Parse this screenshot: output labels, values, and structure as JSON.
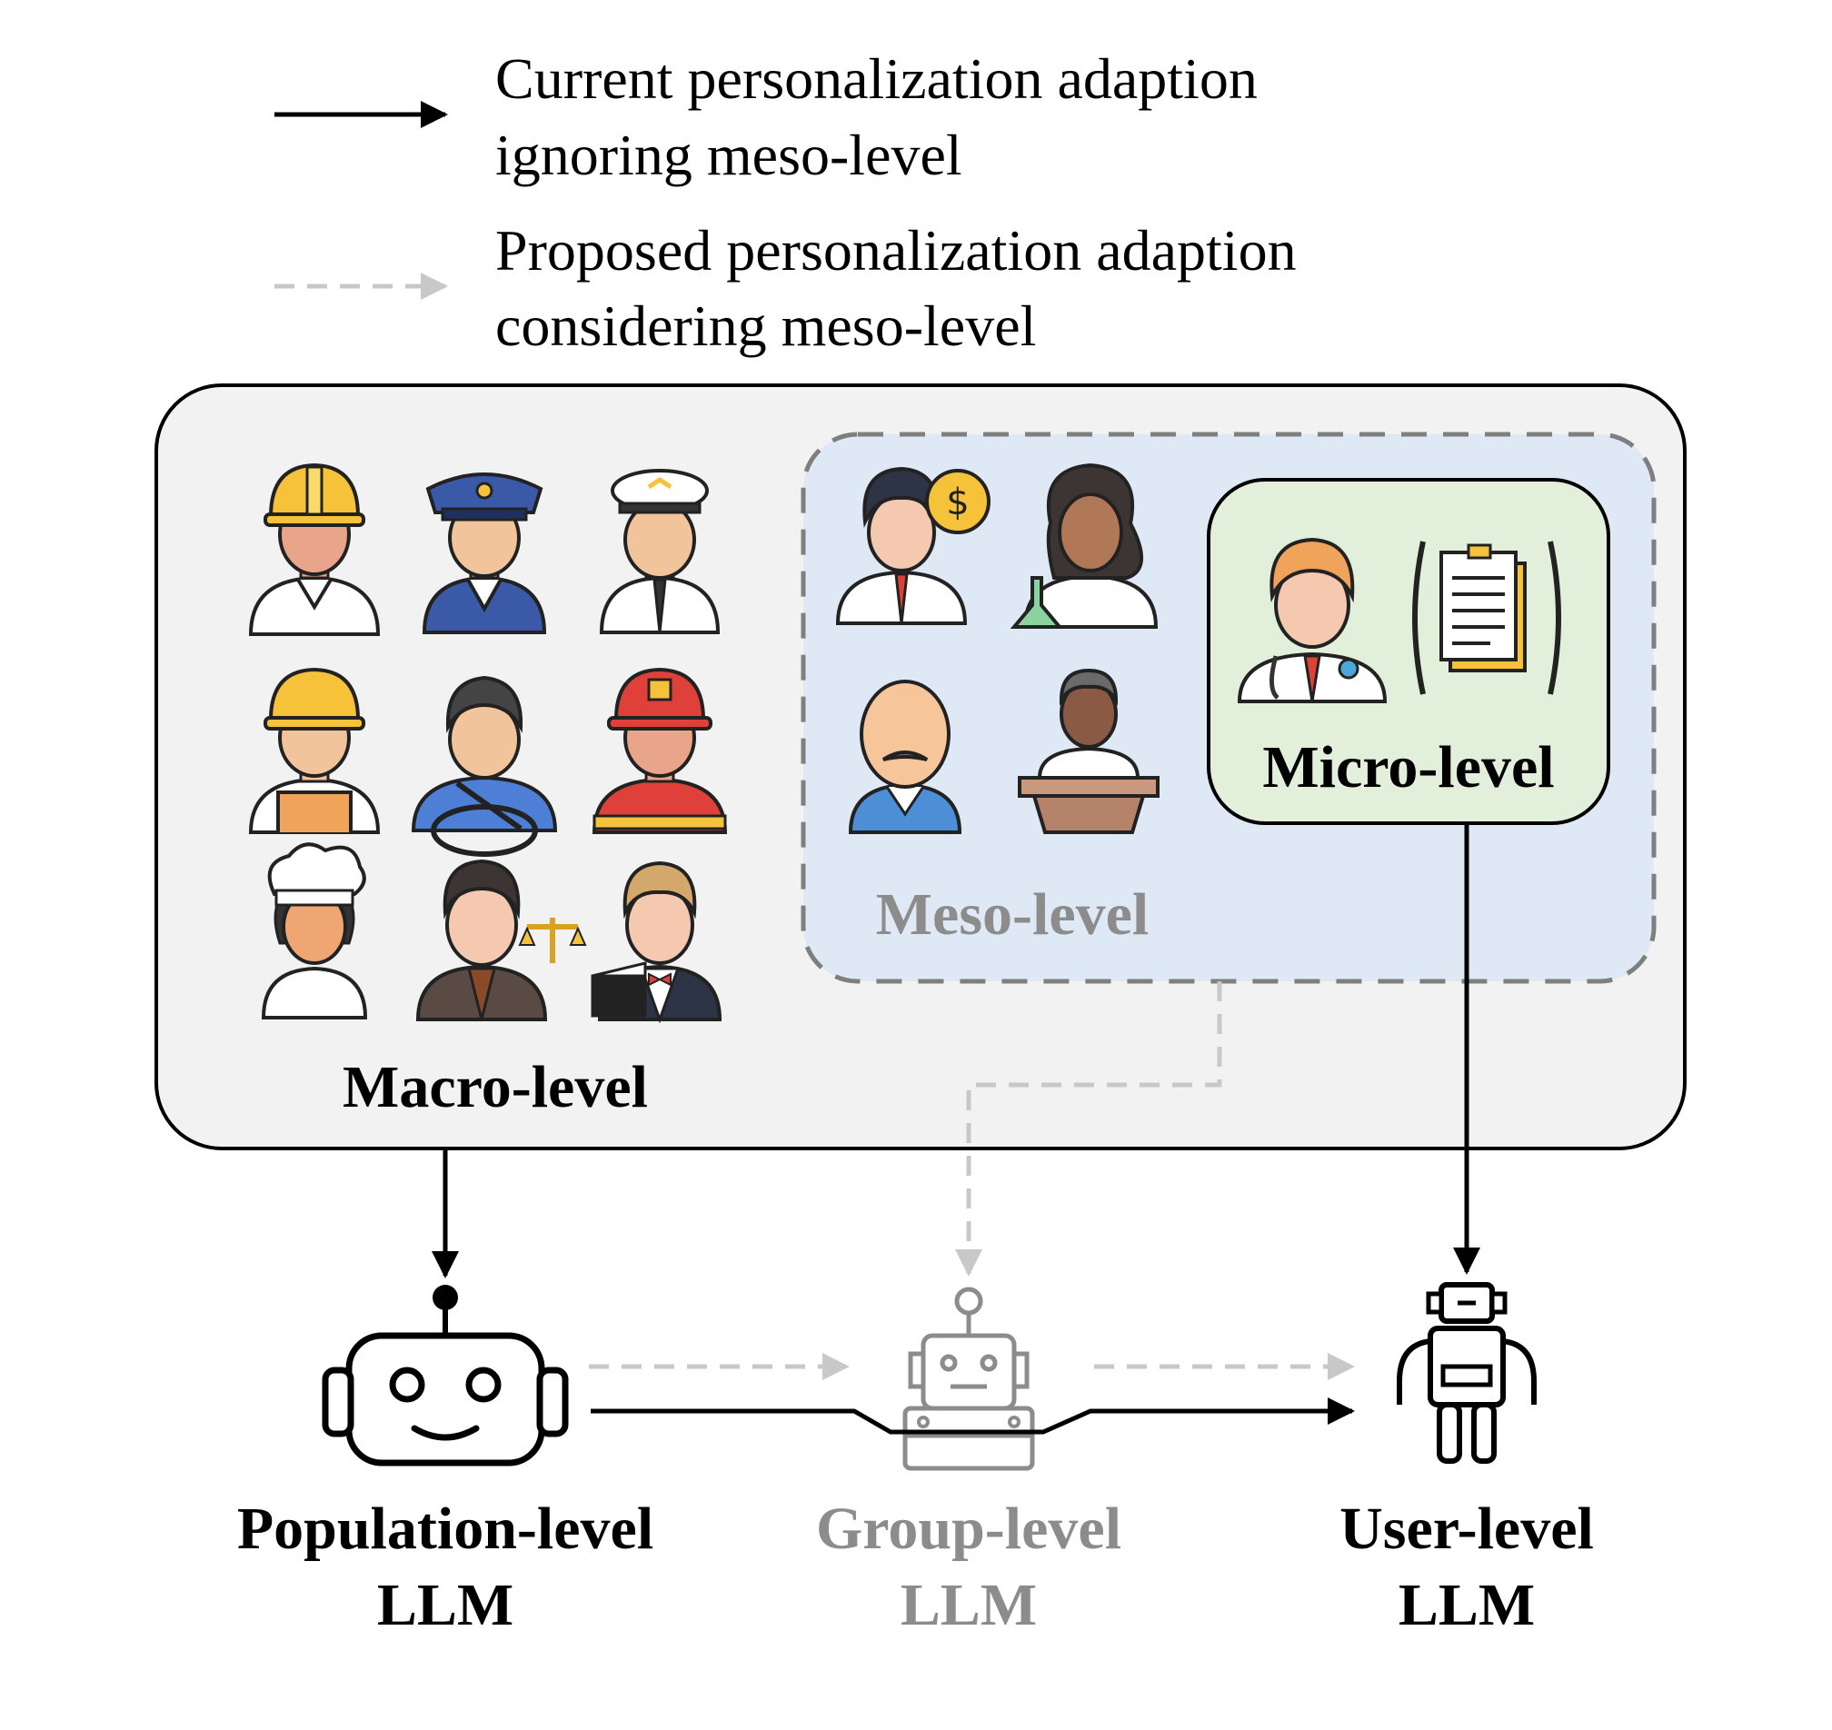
{
  "legend": {
    "current_line1": "Current personalization adaption",
    "current_line2": "ignoring meso-level",
    "proposed_line1": "Proposed personalization adaption",
    "proposed_line2": "considering meso-level"
  },
  "levels": {
    "macro": "Macro-level",
    "meso": "Meso-level",
    "micro": "Micro-level"
  },
  "models": {
    "population": {
      "line1": "Population-level",
      "line2": "LLM"
    },
    "group": {
      "line1": "Group-level",
      "line2": "LLM"
    },
    "user": {
      "line1": "User-level",
      "line2": "LLM"
    }
  },
  "colors": {
    "solid": "#000000",
    "dashed": "#c8c8c8",
    "macro_fill": "#f2f2f2",
    "meso_fill": "#dee9f5",
    "micro_fill": "#e2efda",
    "grey_text": "#8c8c8c"
  },
  "icons": {
    "macro_people": [
      "construction-worker-icon",
      "police-officer-icon",
      "pilot-icon",
      "builder-icon",
      "driver-icon",
      "firefighter-icon",
      "chef-icon",
      "lawyer-icon",
      "film-director-icon"
    ],
    "meso_people": [
      "banker-icon",
      "scientist-icon",
      "elder-man-icon",
      "speaker-icon"
    ],
    "micro": [
      "doctor-icon",
      "document-icon"
    ],
    "robots": [
      "population-robot-icon",
      "group-robot-icon",
      "user-robot-icon"
    ]
  }
}
